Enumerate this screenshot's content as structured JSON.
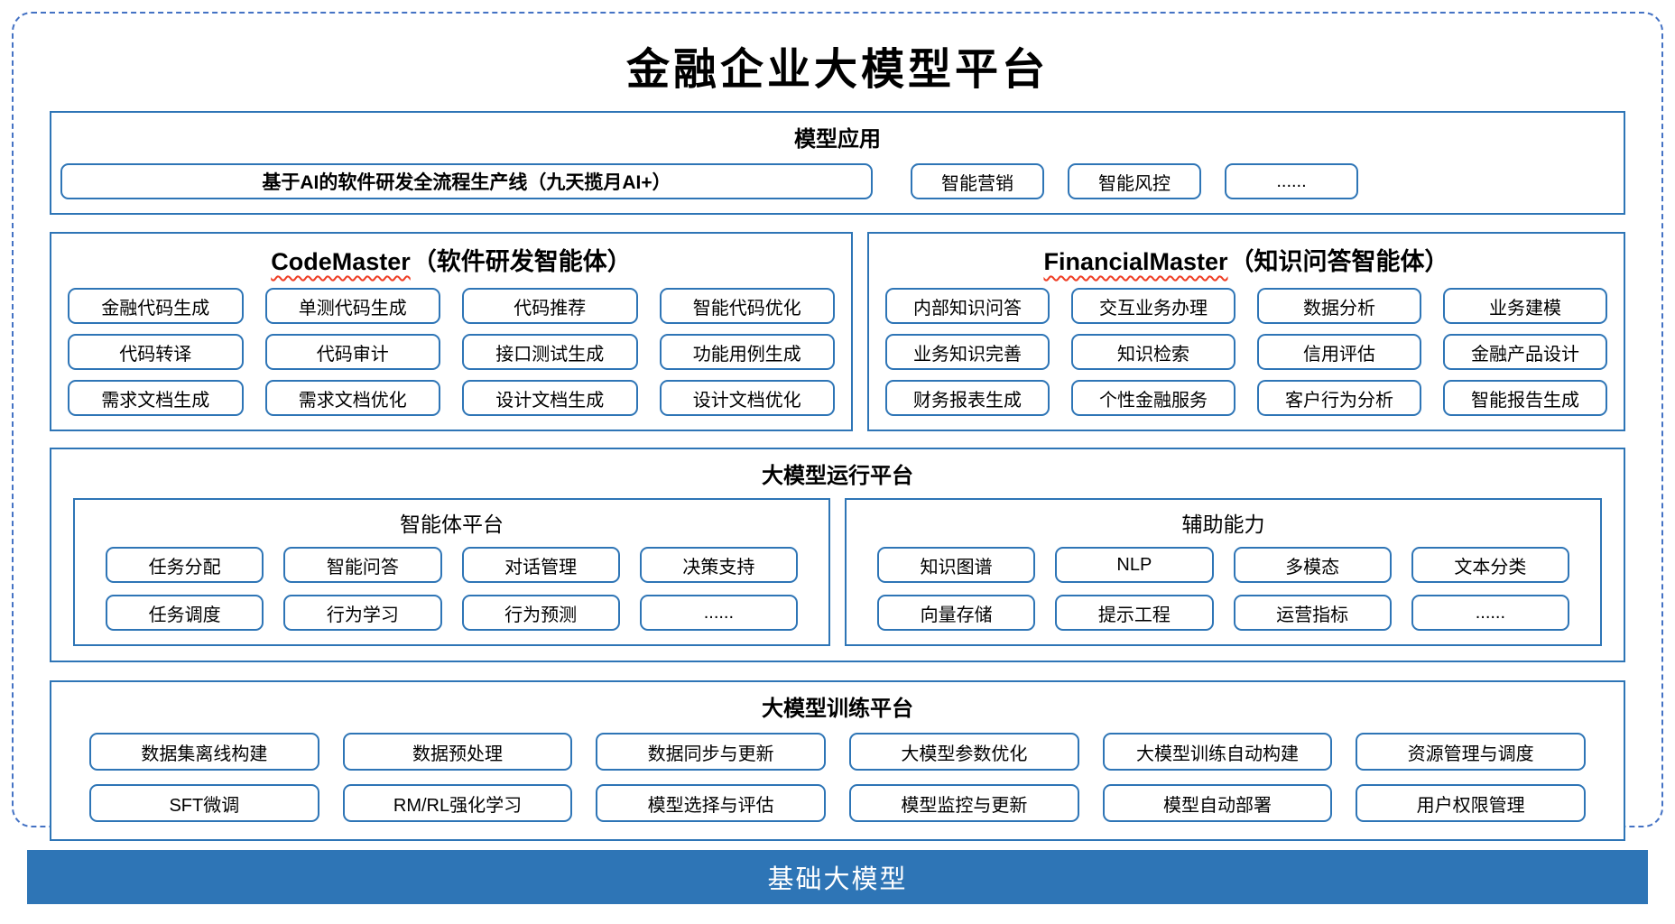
{
  "title": "金融企业大模型平台",
  "model_app": {
    "header": "模型应用",
    "featured_item": "基于AI的软件研发全流程生产线（九天揽月AI+）",
    "items": [
      "智能营销",
      "智能风控",
      "......"
    ]
  },
  "code_master": {
    "title_en": "CodeMaster",
    "title_zh": "（软件研发智能体）",
    "items": [
      "金融代码生成",
      "单测代码生成",
      "代码推荐",
      "智能代码优化",
      "代码转译",
      "代码审计",
      "接口测试生成",
      "功能用例生成",
      "需求文档生成",
      "需求文档优化",
      "设计文档生成",
      "设计文档优化"
    ]
  },
  "financial_master": {
    "title_en": "FinancialMaster",
    "title_zh": "（知识问答智能体）",
    "items": [
      "内部知识问答",
      "交互业务办理",
      "数据分析",
      "业务建模",
      "业务知识完善",
      "知识检索",
      "信用评估",
      "金融产品设计",
      "财务报表生成",
      "个性金融服务",
      "客户行为分析",
      "智能报告生成"
    ]
  },
  "runtime_platform": {
    "header": "大模型运行平台",
    "agent_platform": {
      "header": "智能体平台",
      "items": [
        "任务分配",
        "智能问答",
        "对话管理",
        "决策支持",
        "任务调度",
        "行为学习",
        "行为预测",
        "......"
      ]
    },
    "auxiliary": {
      "header": "辅助能力",
      "items": [
        "知识图谱",
        "NLP",
        "多模态",
        "文本分类",
        "向量存储",
        "提示工程",
        "运营指标",
        "......"
      ]
    }
  },
  "training_platform": {
    "header": "大模型训练平台",
    "items": [
      "数据集离线构建",
      "数据预处理",
      "数据同步与更新",
      "大模型参数优化",
      "大模型训练自动构建",
      "资源管理与调度",
      "SFT微调",
      "RM/RL强化学习",
      "模型选择与评估",
      "模型监控与更新",
      "模型自动部署",
      "用户权限管理"
    ]
  },
  "base_model_bar": "基础大模型",
  "colors": {
    "section_border_blue": "#2E75B6",
    "dashed_frame_blue": "#4472C4",
    "base_bar_blue": "#2E75B6",
    "spellcheck_squiggle_red": "#EE3C23",
    "text_black": "#000000",
    "bar_text_white": "#FFFFFF"
  }
}
